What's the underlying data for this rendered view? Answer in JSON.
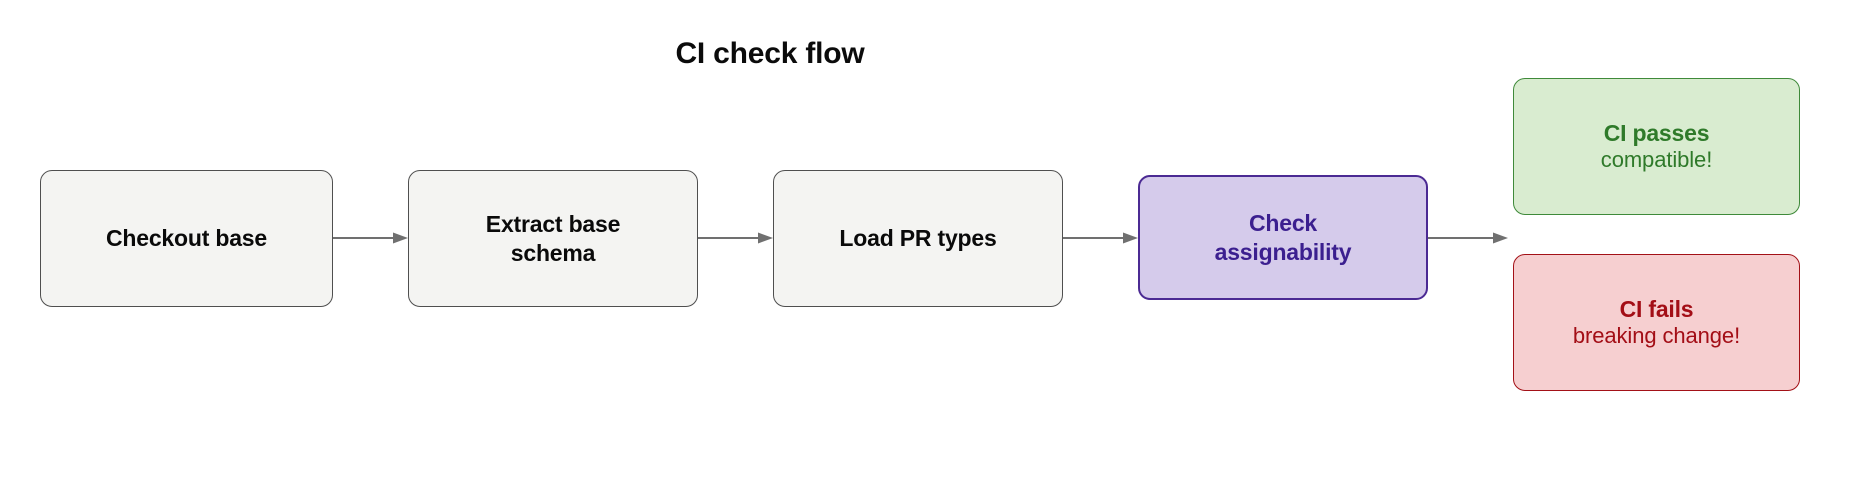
{
  "diagram": {
    "title": "CI check flow",
    "background_color": "#ffffff",
    "title_color": "#0b0b0b",
    "arrow_color": "#707070",
    "nodes": [
      {
        "id": "checkout-base",
        "line1": "Checkout base",
        "line2": "",
        "kind": "step",
        "fill": "#f4f4f2",
        "stroke": "#4f4f4f",
        "text_color": "#0a0a0a"
      },
      {
        "id": "extract-base-schema",
        "line1": "Extract base",
        "line2": "schema",
        "kind": "step",
        "fill": "#f4f4f2",
        "stroke": "#4f4f4f",
        "text_color": "#0a0a0a"
      },
      {
        "id": "load-pr-types",
        "line1": "Load PR types",
        "line2": "",
        "kind": "step",
        "fill": "#f4f4f2",
        "stroke": "#4f4f4f",
        "text_color": "#0a0a0a"
      },
      {
        "id": "check-assignability",
        "line1": "Check",
        "line2": "assignability",
        "kind": "accent",
        "fill": "#d5cbeb",
        "stroke": "#4b2a93",
        "text_color": "#3b1f8f"
      },
      {
        "id": "ci-passes",
        "line1": "CI passes",
        "line2": "compatible!",
        "kind": "success",
        "fill": "#d9ecd0",
        "stroke": "#3f8a3a",
        "text_color": "#2f7a2a"
      },
      {
        "id": "ci-fails",
        "line1": "CI fails",
        "line2": "breaking change!",
        "kind": "failure",
        "fill": "#f6cfd0",
        "stroke": "#a31117",
        "text_color": "#a30e16"
      }
    ],
    "edges": [
      {
        "id": "edge-1",
        "from": "checkout-base",
        "to": "extract-base-schema"
      },
      {
        "id": "edge-2",
        "from": "extract-base-schema",
        "to": "load-pr-types"
      },
      {
        "id": "edge-3",
        "from": "load-pr-types",
        "to": "check-assignability"
      },
      {
        "id": "edge-4",
        "from": "check-assignability",
        "to": "ci-passes"
      }
    ]
  }
}
